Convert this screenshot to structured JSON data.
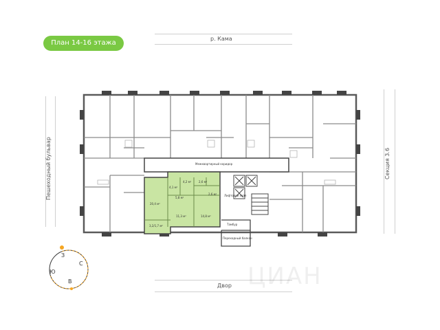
{
  "header": {
    "badge": "План 14-16 этажа"
  },
  "surroundings": {
    "top": "р. Кама",
    "bottom": "Двор",
    "left": "Пешеходный бульвар",
    "right": "Секция 3.6"
  },
  "plan": {
    "common": {
      "corridor": "Межквартирный коридор",
      "elevator_hall": "Лифтовой холл",
      "vestibule": "Тамбур",
      "transition_balcony": "Переходный балкон"
    },
    "apartment": {
      "highlight_color": "#c9e5a3",
      "rooms": [
        {
          "id": "living",
          "area": "20,4 м²"
        },
        {
          "id": "hall",
          "area": "5,8 м²"
        },
        {
          "id": "wardrobe",
          "area": "4,1 м²"
        },
        {
          "id": "bath-1",
          "area": "4,2 м²"
        },
        {
          "id": "bath-2",
          "area": "2,6 м²"
        },
        {
          "id": "storage",
          "area": "2,6 м²"
        },
        {
          "id": "bedroom-1",
          "area": "11,3 м²"
        },
        {
          "id": "bedroom-2",
          "area": "14,8 м²"
        },
        {
          "id": "loggia",
          "area": "3,2/1,7 м²"
        }
      ]
    }
  },
  "compass": {
    "n": "З",
    "e": "С",
    "s": "В",
    "w": "Ю",
    "accent": "#f5a623"
  },
  "watermark": "ЦИАН"
}
